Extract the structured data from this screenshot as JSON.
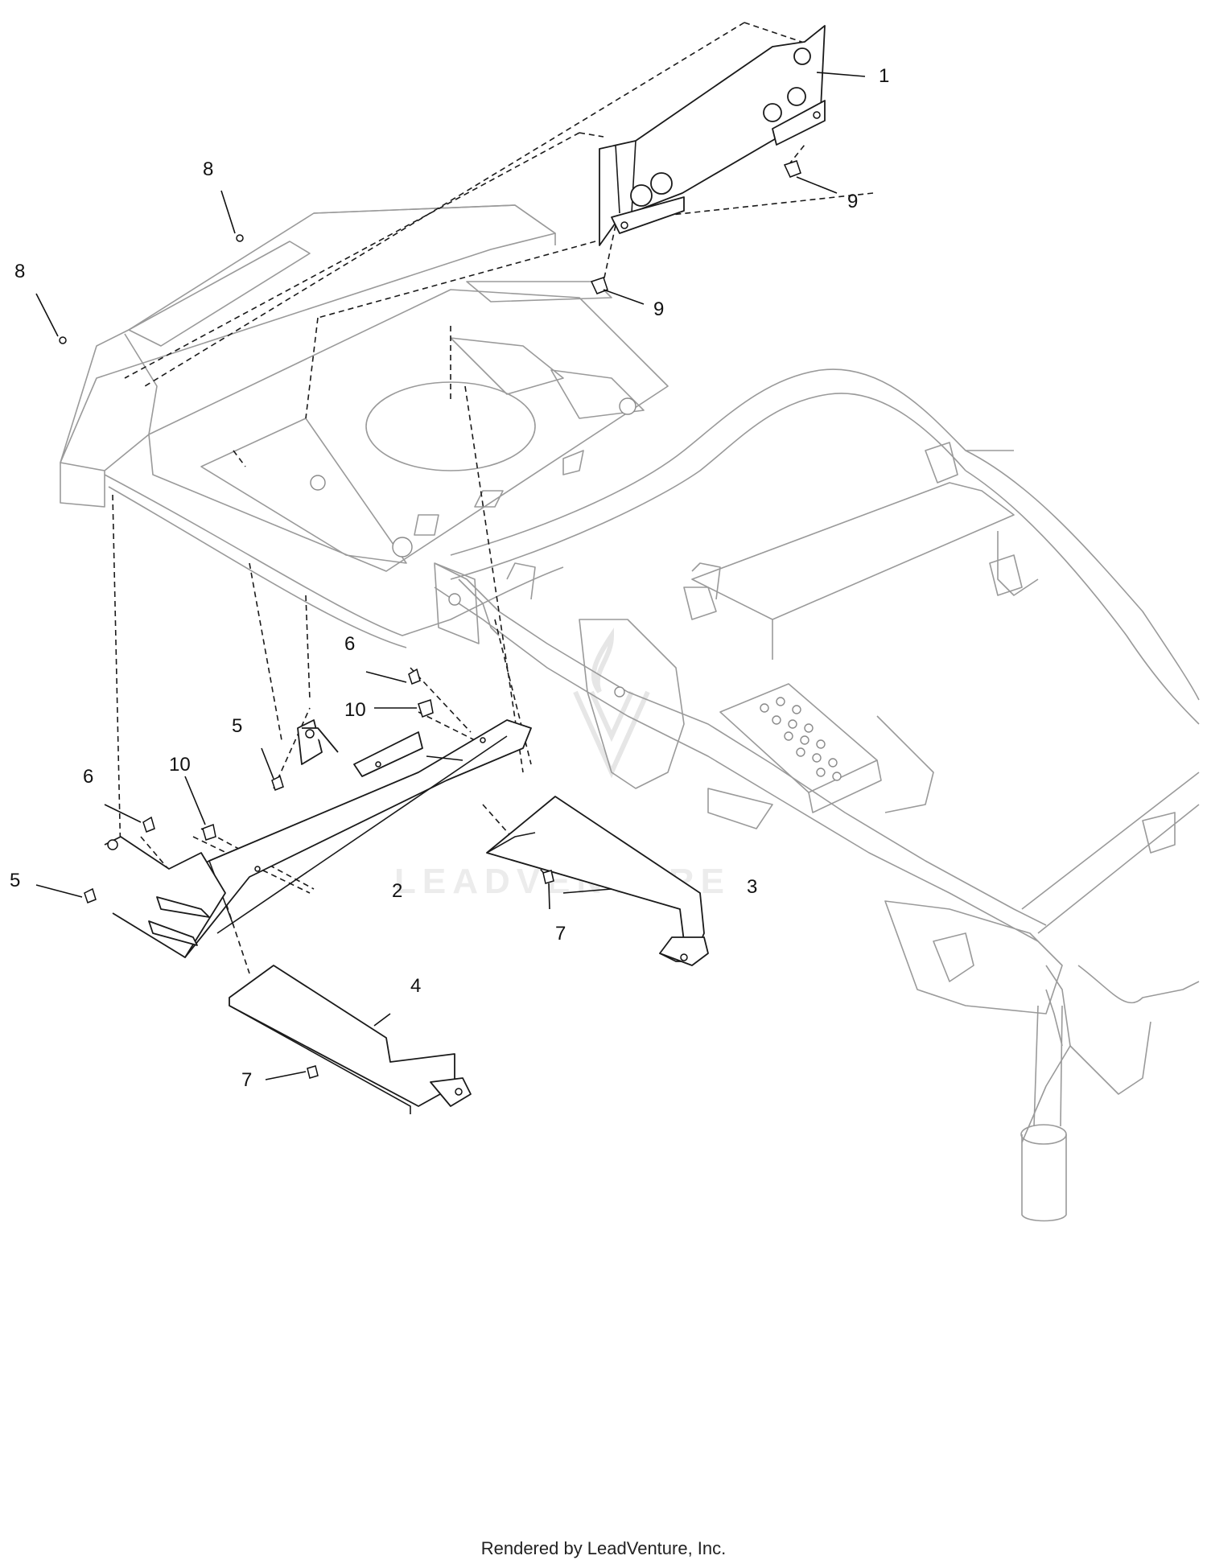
{
  "callouts": [
    {
      "id": "1",
      "label": "1"
    },
    {
      "id": "2",
      "label": "2"
    },
    {
      "id": "3",
      "label": "3"
    },
    {
      "id": "4",
      "label": "4"
    },
    {
      "id": "5a",
      "label": "5"
    },
    {
      "id": "5b",
      "label": "5"
    },
    {
      "id": "6a",
      "label": "6"
    },
    {
      "id": "6b",
      "label": "6"
    },
    {
      "id": "7a",
      "label": "7"
    },
    {
      "id": "7b",
      "label": "7"
    },
    {
      "id": "8a",
      "label": "8"
    },
    {
      "id": "8b",
      "label": "8"
    },
    {
      "id": "9a",
      "label": "9"
    },
    {
      "id": "9b",
      "label": "9"
    },
    {
      "id": "10a",
      "label": "10"
    },
    {
      "id": "10b",
      "label": "10"
    }
  ],
  "watermark": {
    "text": "LEADVENTURE"
  },
  "footer": {
    "text": "Rendered by LeadVenture, Inc."
  }
}
